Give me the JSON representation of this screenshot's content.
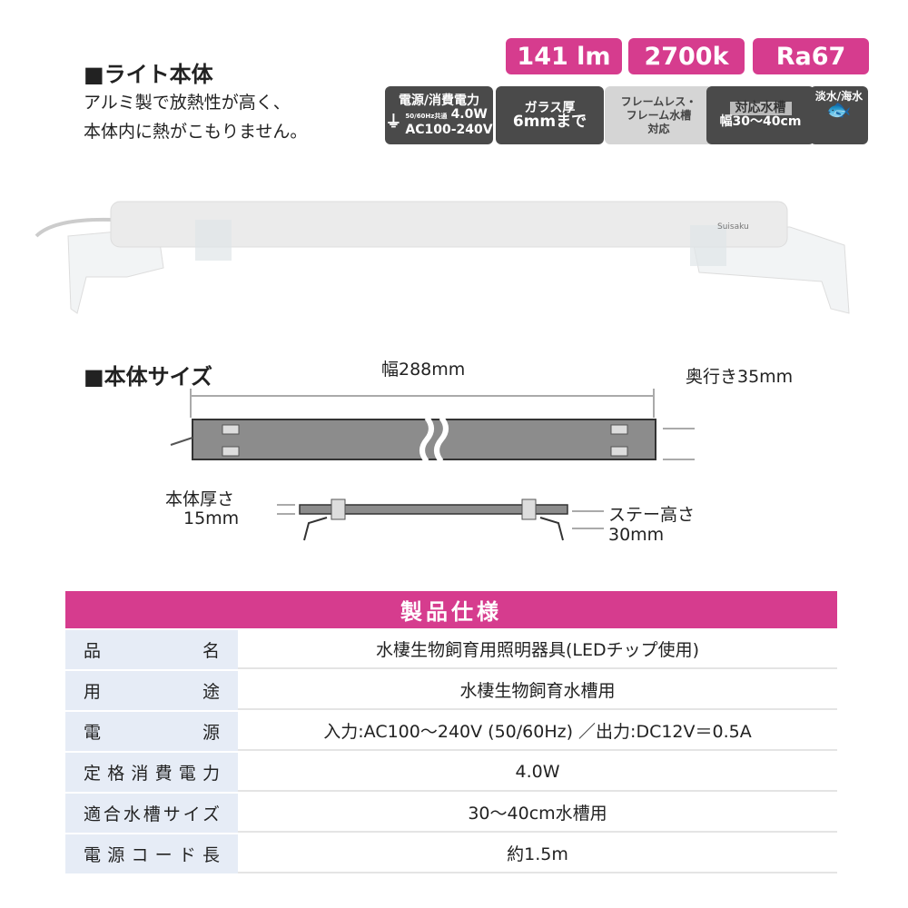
{
  "header": {
    "title": "■ライト本体",
    "desc_line1": "アルミ製で放熱性が高く、",
    "desc_line2": "本体内に熱がこもりません。"
  },
  "badges": [
    "141 lm",
    "2700k",
    "Ra67"
  ],
  "features": [
    {
      "icon": "plug-icon",
      "title": "電源/消費電力",
      "sub": "50/60Hz共通",
      "watt": "4.0W",
      "volt": "AC100-240V"
    },
    {
      "icon": "glass-icon",
      "line1": "ガラス厚",
      "line2": "6mmまで"
    },
    {
      "icon": "frame-icon",
      "line1": "フレームレス・",
      "line2": "フレーム水槽",
      "line3": "対応"
    },
    {
      "icon": "tank-icon",
      "line1": "対応水槽",
      "line2": "幅30〜40cm"
    },
    {
      "icon": "fish-icon",
      "line1": "淡水/海水"
    }
  ],
  "product": {
    "brand": "Suisaku"
  },
  "size": {
    "title": "■本体サイズ",
    "width": "幅288mm",
    "depth": "奥行き35mm",
    "thickness_label": "本体厚さ",
    "thickness": "15mm",
    "stay_label": "ステー高さ",
    "stay": "30mm"
  },
  "spec": {
    "title": "製品仕様",
    "rows": [
      {
        "label": "品名",
        "value": "水棲生物飼育用照明器具(LEDチップ使用)"
      },
      {
        "label": "用途",
        "value": "水棲生物飼育水槽用"
      },
      {
        "label": "電源",
        "value": "入力:AC100〜240V (50/60Hz) ／出力:DC12V＝0.5A"
      },
      {
        "label": "定格消費電力",
        "value": "4.0W"
      },
      {
        "label": "適合水槽サイズ",
        "value": "30〜40cm水槽用"
      },
      {
        "label": "電源コード長",
        "value": "約1.5m"
      }
    ]
  },
  "colors": {
    "accent": "#d63c8e",
    "label_bg": "#e6ecf6",
    "icon_bg": "#4a4a4a"
  }
}
